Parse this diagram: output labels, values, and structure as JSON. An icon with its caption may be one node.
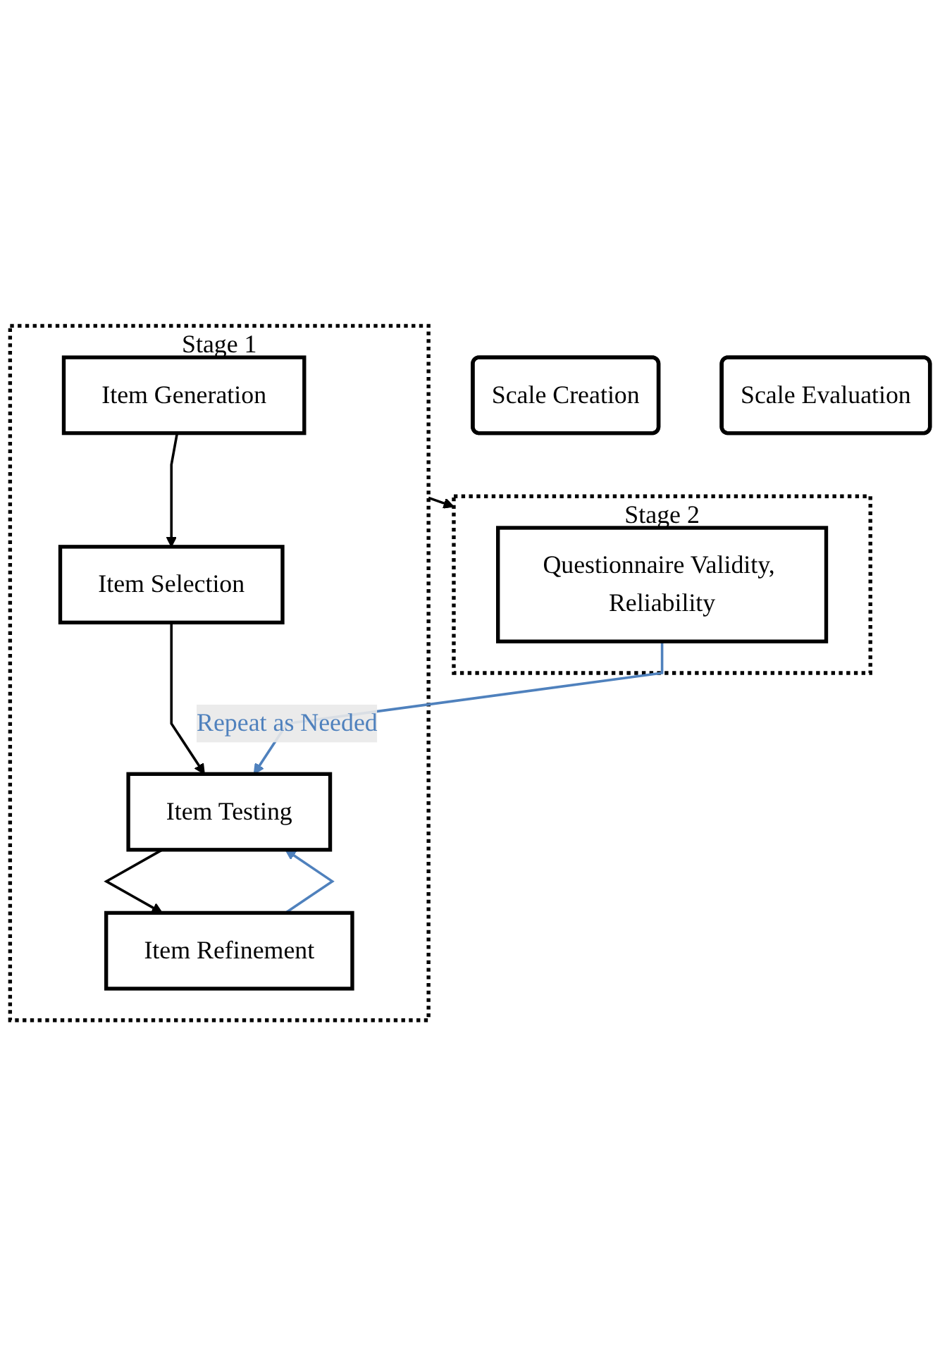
{
  "diagram": {
    "nodes": [
      {
        "text": [
          "Stage 1"
        ]
      },
      {
        "text": [
          "Item Generation"
        ],
        "in": 0
      },
      {
        "text": [
          "Item Selection"
        ],
        "in": 0
      },
      {
        "text": [
          "Item Testing"
        ],
        "in": 0
      },
      {
        "text": [
          "Item Refinement"
        ],
        "in": 0
      },
      {
        "text": [
          "Scale Creation"
        ]
      },
      {
        "text": [
          "Stage 2"
        ]
      },
      {
        "text": [
          "Questionnaire Validity, Reliability"
        ],
        "in": 6
      },
      {
        "text": [
          "Scale Evaluation"
        ]
      }
    ],
    "edges": [
      {
        "from": 1,
        "to": 2,
        "arrow": "to"
      },
      {
        "from": 2,
        "to": 3,
        "arrow": "to"
      },
      {
        "from": 3,
        "to": 4,
        "arrow": "to"
      },
      {
        "from": 4,
        "to": 3,
        "arrow": "to",
        "color": "#4f81bd"
      },
      {
        "from": 0,
        "to": 6,
        "arrow": "to"
      },
      {
        "from": 7,
        "to": 3,
        "arrow": "to",
        "label": "Repeat as Needed",
        "color": "#4f81bd"
      }
    ]
  }
}
